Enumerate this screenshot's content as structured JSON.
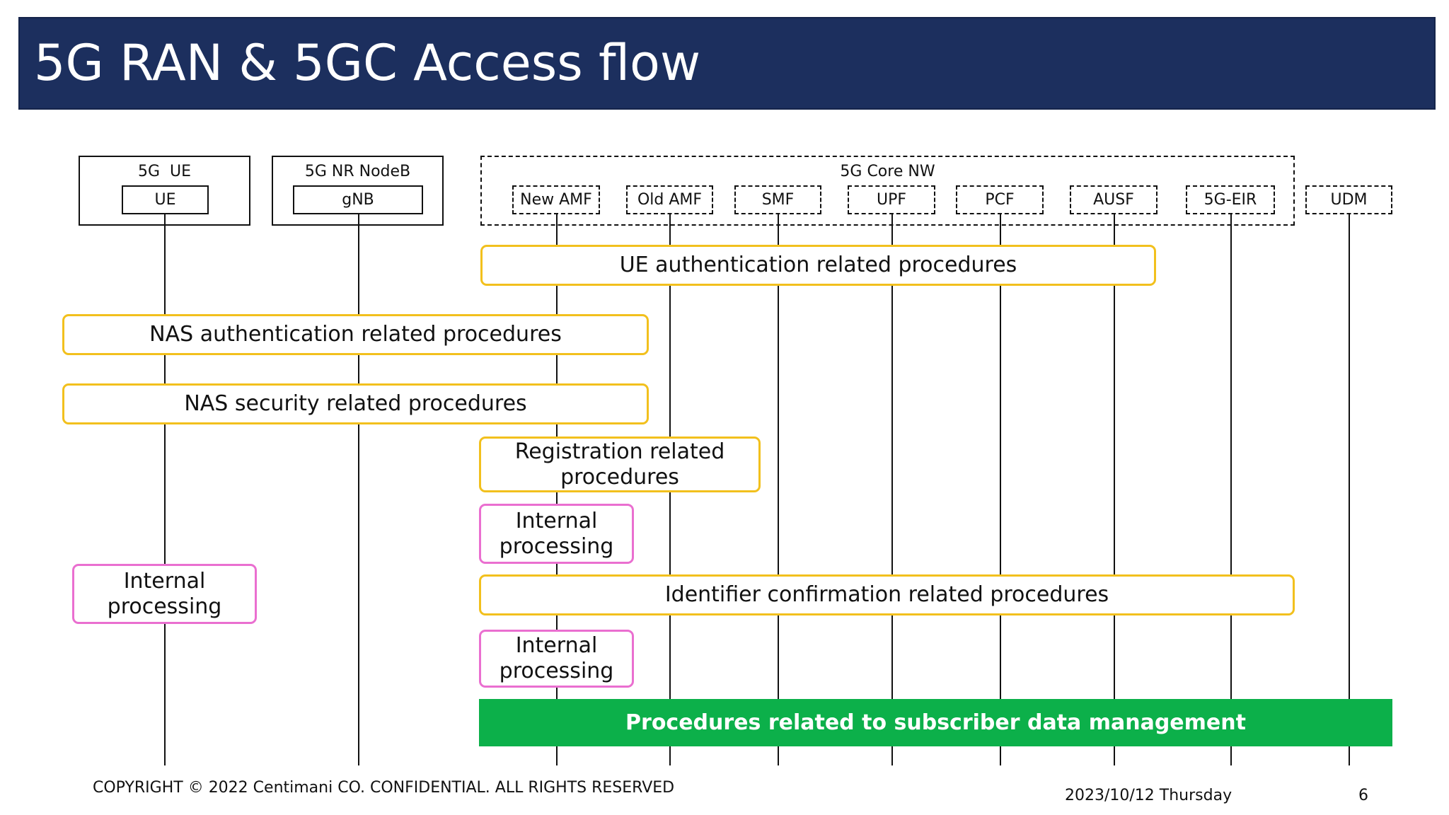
{
  "title": "5G RAN & 5GC Access flow",
  "groups": {
    "ue": "5G  UE",
    "gnb": "5G NR NodeB",
    "core": "5G Core NW"
  },
  "entities": {
    "ue": "UE",
    "gnb": "gNB",
    "new_amf": "New AMF",
    "old_amf": "Old AMF",
    "smf": "SMF",
    "upf": "UPF",
    "pcf": "PCF",
    "ausf": "AUSF",
    "eir": "5G-EIR",
    "udm": "UDM"
  },
  "procedures": {
    "ue_auth": "UE authentication related procedures",
    "nas_auth": "NAS authentication related procedures",
    "nas_sec": "NAS security related procedures",
    "registration": "Registration related procedures",
    "internal_amf_1": "Internal processing",
    "internal_ue": "Internal processing",
    "identifier": "Identifier confirmation related procedures",
    "internal_amf_2": "Internal processing",
    "subscriber": "Procedures related to subscriber data management"
  },
  "footer": {
    "copyright": "COPYRIGHT © 2022 Centimani CO. CONFIDENTIAL. ALL RIGHTS RESERVED",
    "date": "2023/10/12 Thursday",
    "page": "6"
  },
  "colors": {
    "title_bar": "#1c2f5e",
    "procedure_border": "#f2c01d",
    "internal_border": "#ea6fd0",
    "subscriber_fill": "#0cb04a"
  }
}
